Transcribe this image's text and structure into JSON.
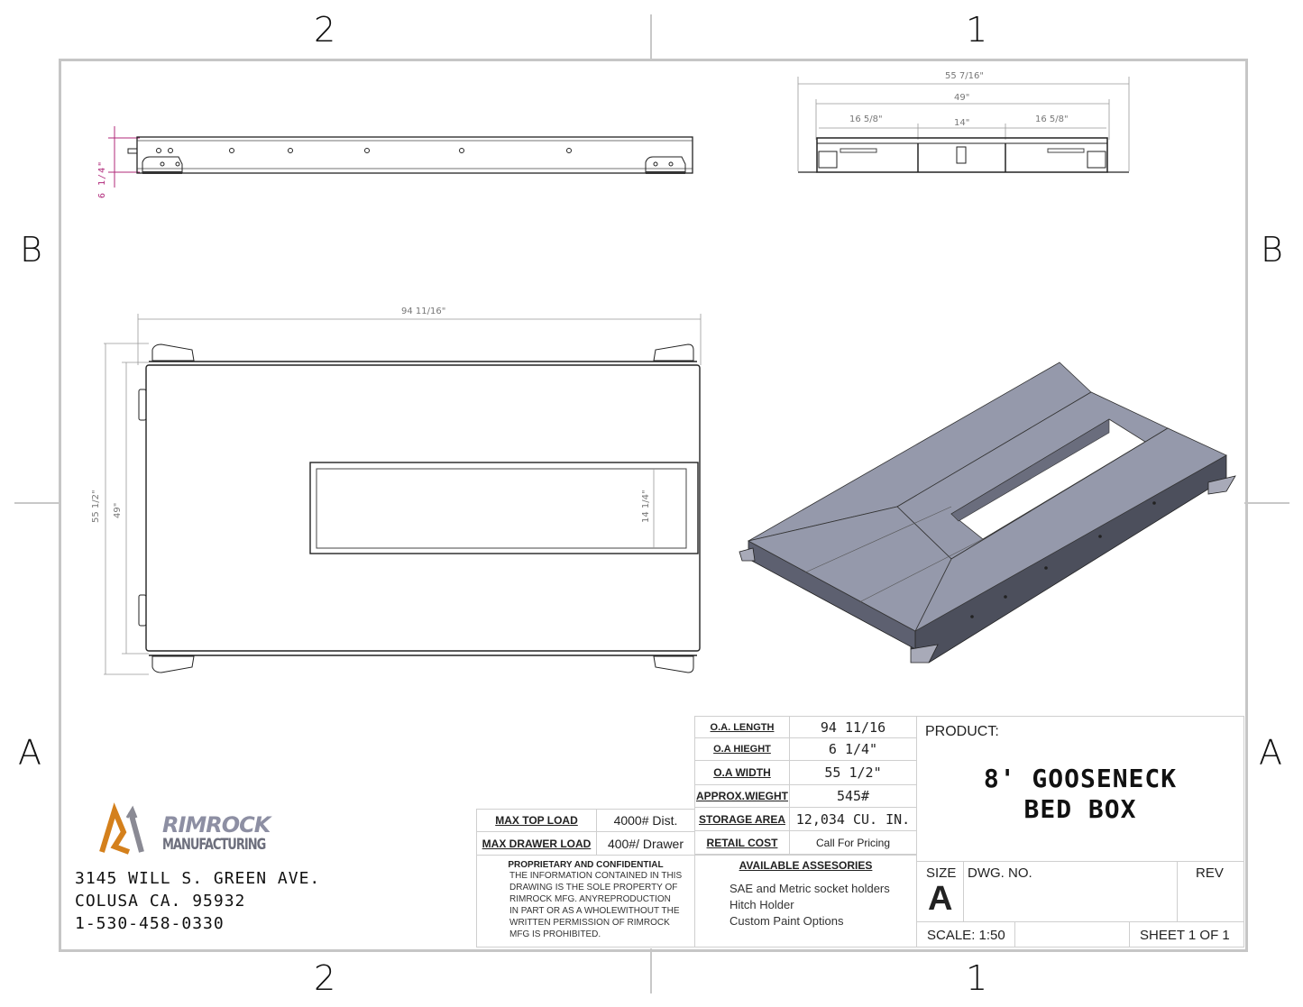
{
  "sheet": {
    "zones_top": [
      "2",
      "1"
    ],
    "zones_bottom": [
      "2",
      "1"
    ],
    "zones_left": [
      "B",
      "A"
    ],
    "zones_right": [
      "B",
      "A"
    ]
  },
  "views": {
    "side_view": {
      "height_dim": "6 1/4\""
    },
    "end_view": {
      "overall_width_dim": "55 7/16\"",
      "inner_width_dim": "49\"",
      "left_section_dim": "16 5/8\"",
      "center_section_dim": "14\"",
      "right_section_dim": "16 5/8\""
    },
    "top_view": {
      "length_dim": "94 11/16\"",
      "overall_width_dim": "55 1/2\"",
      "inner_width_dim": "49\"",
      "opening_width_dim": "14 1/4\""
    },
    "iso_view": {
      "fill_color": "#9599ab",
      "side_color": "#4c4f5c"
    }
  },
  "specs": {
    "rows": [
      {
        "label": "O.A. LENGTH",
        "value": "94 11/16"
      },
      {
        "label": "O.A HIEGHT",
        "value": "6 1/4\""
      },
      {
        "label": "O.A WIDTH",
        "value": "55 1/2\""
      },
      {
        "label": "APPROX.WIEGHT",
        "value": "545#"
      },
      {
        "label": "STORAGE AREA",
        "value": "12,034 CU. IN."
      },
      {
        "label": "RETAIL COST",
        "value": "Call For Pricing"
      }
    ]
  },
  "loads": {
    "rows": [
      {
        "label": "MAX TOP LOAD",
        "value": "4000# Dist."
      },
      {
        "label": "MAX DRAWER LOAD",
        "value": "400#/ Drawer"
      }
    ]
  },
  "proprietary": {
    "title": "PROPRIETARY AND CONFIDENTIAL",
    "lines": [
      "THE INFORMATION CONTAINED IN THIS",
      "DRAWING IS THE SOLE PROPERTY OF",
      "RIMROCK MFG.  ANYREPRODUCTION",
      "IN PART OR AS A WHOLEWITHOUT THE",
      "WRITTEN PERMISSION OF RIMROCK",
      "MFG IS PROHIBITED."
    ]
  },
  "accessories": {
    "title": "AVAILABLE ASSESORIES",
    "items": [
      "SAE and Metric socket holders",
      "Hitch Holder",
      "Custom Paint Options"
    ]
  },
  "title_block": {
    "product_label": "PRODUCT:",
    "product_line1": "8' GOOSENECK",
    "product_line2": "BED BOX",
    "size_label": "SIZE",
    "size_value": "A",
    "dwg_no_label": "DWG.  NO.",
    "rev_label": "REV",
    "scale": "SCALE: 1:50",
    "sheet": "SHEET 1 OF 1"
  },
  "company": {
    "logo_word1": "RIMROCK",
    "logo_word2": "MANUFACTURING",
    "logo_orange": "#d4801c",
    "logo_gray": "#8a8a94",
    "address_line1": "3145 WILL S. GREEN AVE.",
    "address_line2": "COLUSA CA. 95932",
    "phone": "1-530-458-0330"
  }
}
